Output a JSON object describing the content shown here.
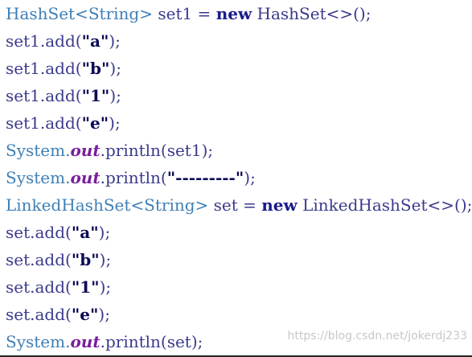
{
  "code_lines": [
    {
      "parts": [
        {
          "t": "HashSet<String>",
          "c": "type"
        },
        {
          "t": " set1 = ",
          "c": "ident"
        },
        {
          "t": "new",
          "c": "kw"
        },
        {
          "t": " HashSet<>();",
          "c": "ident"
        }
      ]
    },
    {
      "parts": [
        {
          "t": "set1.add(",
          "c": "ident"
        },
        {
          "t": "\"a\"",
          "c": "str"
        },
        {
          "t": ");",
          "c": "punct"
        }
      ]
    },
    {
      "parts": [
        {
          "t": "set1.add(",
          "c": "ident"
        },
        {
          "t": "\"b\"",
          "c": "str"
        },
        {
          "t": ");",
          "c": "punct"
        }
      ]
    },
    {
      "parts": [
        {
          "t": "set1.add(",
          "c": "ident"
        },
        {
          "t": "\"1\"",
          "c": "str"
        },
        {
          "t": ");",
          "c": "punct"
        }
      ]
    },
    {
      "parts": [
        {
          "t": "set1.add(",
          "c": "ident"
        },
        {
          "t": "\"e\"",
          "c": "str"
        },
        {
          "t": ");",
          "c": "punct"
        }
      ]
    },
    {
      "parts": [
        {
          "t": "System.",
          "c": "cls"
        },
        {
          "t": "out",
          "c": "field"
        },
        {
          "t": ".println(set1);",
          "c": "ident"
        }
      ]
    },
    {
      "parts": [
        {
          "t": "System.",
          "c": "cls"
        },
        {
          "t": "out",
          "c": "field"
        },
        {
          "t": ".println(",
          "c": "ident"
        },
        {
          "t": "\"---------\"",
          "c": "str"
        },
        {
          "t": ");",
          "c": "punct"
        }
      ]
    },
    {
      "parts": [
        {
          "t": "LinkedHashSet<String>",
          "c": "type"
        },
        {
          "t": " set = ",
          "c": "ident"
        },
        {
          "t": "new",
          "c": "kw"
        },
        {
          "t": " LinkedHashSet<>();",
          "c": "ident"
        }
      ]
    },
    {
      "parts": [
        {
          "t": "set.add(",
          "c": "ident"
        },
        {
          "t": "\"a\"",
          "c": "str"
        },
        {
          "t": ");",
          "c": "punct"
        }
      ]
    },
    {
      "parts": [
        {
          "t": "set.add(",
          "c": "ident"
        },
        {
          "t": "\"b\"",
          "c": "str"
        },
        {
          "t": ");",
          "c": "punct"
        }
      ]
    },
    {
      "parts": [
        {
          "t": "set.add(",
          "c": "ident"
        },
        {
          "t": "\"1\"",
          "c": "str"
        },
        {
          "t": ");",
          "c": "punct"
        }
      ]
    },
    {
      "parts": [
        {
          "t": "set.add(",
          "c": "ident"
        },
        {
          "t": "\"e\"",
          "c": "str"
        },
        {
          "t": ");",
          "c": "punct"
        }
      ]
    },
    {
      "parts": [
        {
          "t": "System.",
          "c": "cls"
        },
        {
          "t": "out",
          "c": "field"
        },
        {
          "t": ".println(set);",
          "c": "ident"
        }
      ]
    }
  ],
  "watermark": "https://blog.csdn.net/jokerdj233",
  "colors": {
    "type": "#3f7fb5",
    "keyword": "#1a1a8c",
    "identifier": "#3a3a8c",
    "string": "#0a0a55",
    "field": "#7a1e9c"
  }
}
